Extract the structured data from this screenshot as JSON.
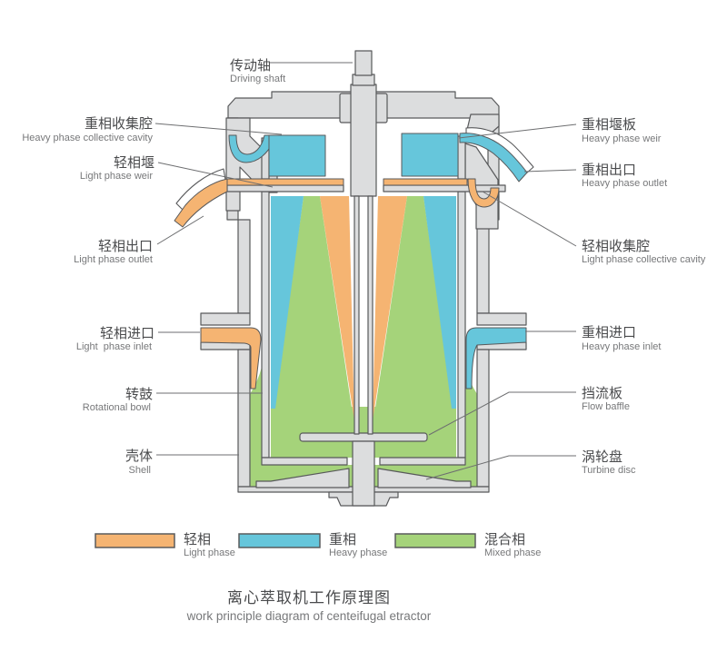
{
  "title": {
    "zh": "离心萃取机工作原理图",
    "en": "work principle diagram of centeifugal etractor"
  },
  "labels": {
    "driving_shaft": {
      "zh": "传动轴",
      "en": "Driving shaft"
    },
    "heavy_phase_collective_cavity": {
      "zh": "重相收集腔",
      "en": "Heavy phase collective cavity"
    },
    "light_phase_weir": {
      "zh": "轻相堰",
      "en": "Light phase weir"
    },
    "light_phase_outlet": {
      "zh": "轻相出口",
      "en": "Light phase outlet"
    },
    "light_phase_inlet": {
      "zh": "轻相进口",
      "en": "Light  phase inlet"
    },
    "rotational_bowl": {
      "zh": "转鼓",
      "en": "Rotational bowl"
    },
    "shell": {
      "zh": "壳体",
      "en": "Shell"
    },
    "heavy_phase_weir": {
      "zh": "重相堰板",
      "en": "Heavy phase weir"
    },
    "heavy_phase_outlet": {
      "zh": "重相出口",
      "en": "Heavy phase outlet"
    },
    "light_phase_collective_cavity": {
      "zh": "轻相收集腔",
      "en": "Light phase collective cavity"
    },
    "heavy_phase_inlet": {
      "zh": "重相进口",
      "en": "Heavy phase inlet"
    },
    "flow_baffle": {
      "zh": "挡流板",
      "en": "Flow baffle"
    },
    "turbine_disc": {
      "zh": "涡轮盘",
      "en": "Turbine disc"
    }
  },
  "legend": {
    "items": [
      {
        "zh": "轻相",
        "en": "Light phase",
        "color": "#F5B472"
      },
      {
        "zh": "重相",
        "en": "Heavy phase",
        "color": "#66C6DB"
      },
      {
        "zh": "混合相",
        "en": "Mixed phase",
        "color": "#A5D37A"
      }
    ]
  },
  "colors": {
    "housing": "#DCDDDE",
    "outline": "#58595B",
    "light_phase": "#F5B472",
    "heavy_phase": "#66C6DB",
    "mixed_phase": "#A5D37A"
  }
}
